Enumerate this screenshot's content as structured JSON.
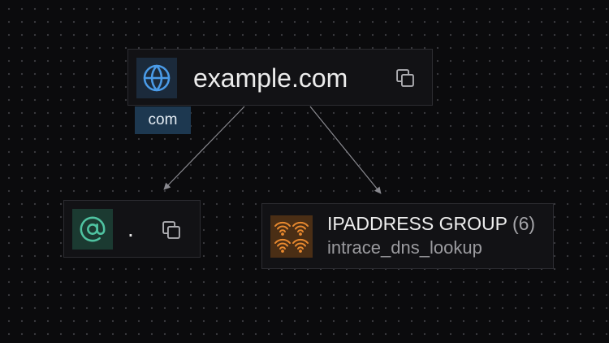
{
  "graph": {
    "domain_node": {
      "label": "example.com",
      "icon": "globe-icon",
      "tag": "com",
      "copy_icon": "copy-icon"
    },
    "email_node": {
      "label": ".",
      "icon": "at-sign-icon",
      "copy_icon": "copy-icon"
    },
    "ip_group_node": {
      "title": "IPADDRESS GROUP",
      "count": "(6)",
      "subtitle": "intrace_dns_lookup",
      "icon": "wifi-group-icon"
    },
    "edges": [
      {
        "from": "domain_node",
        "to": "email_node"
      },
      {
        "from": "domain_node",
        "to": "ip_group_node"
      }
    ]
  },
  "colors": {
    "canvas_background": "#0b0b0d",
    "canvas_dot": "#3a3a3f",
    "node_background": "#121215",
    "node_border": "#2c2c31",
    "globe_accent": "#4a9be8",
    "at_accent": "#4fc3a1",
    "wifi_accent": "#e8892f",
    "tag_background": "#1d3850",
    "edge": "#8a8a90"
  }
}
